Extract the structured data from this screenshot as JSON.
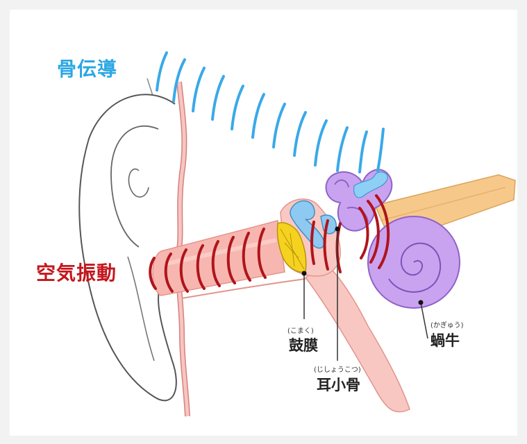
{
  "labels": {
    "bone_conduction": "骨伝導",
    "air_vibration": "空気振動"
  },
  "parts": {
    "eardrum": {
      "name": "鼓膜",
      "reading": "(こまく)"
    },
    "ossicles": {
      "name": "耳小骨",
      "reading": "(じしょうこつ)"
    },
    "cochlea": {
      "name": "蝸牛",
      "reading": "(かぎゅう)"
    }
  },
  "colors": {
    "bone_wave": "#3aa9e8",
    "air_wave": "#b0141c",
    "canal": "#f7b7b0",
    "eardrum": "#f4d21f",
    "inner_ear": "#c9a3ef",
    "nerve": "#f6c98a"
  }
}
